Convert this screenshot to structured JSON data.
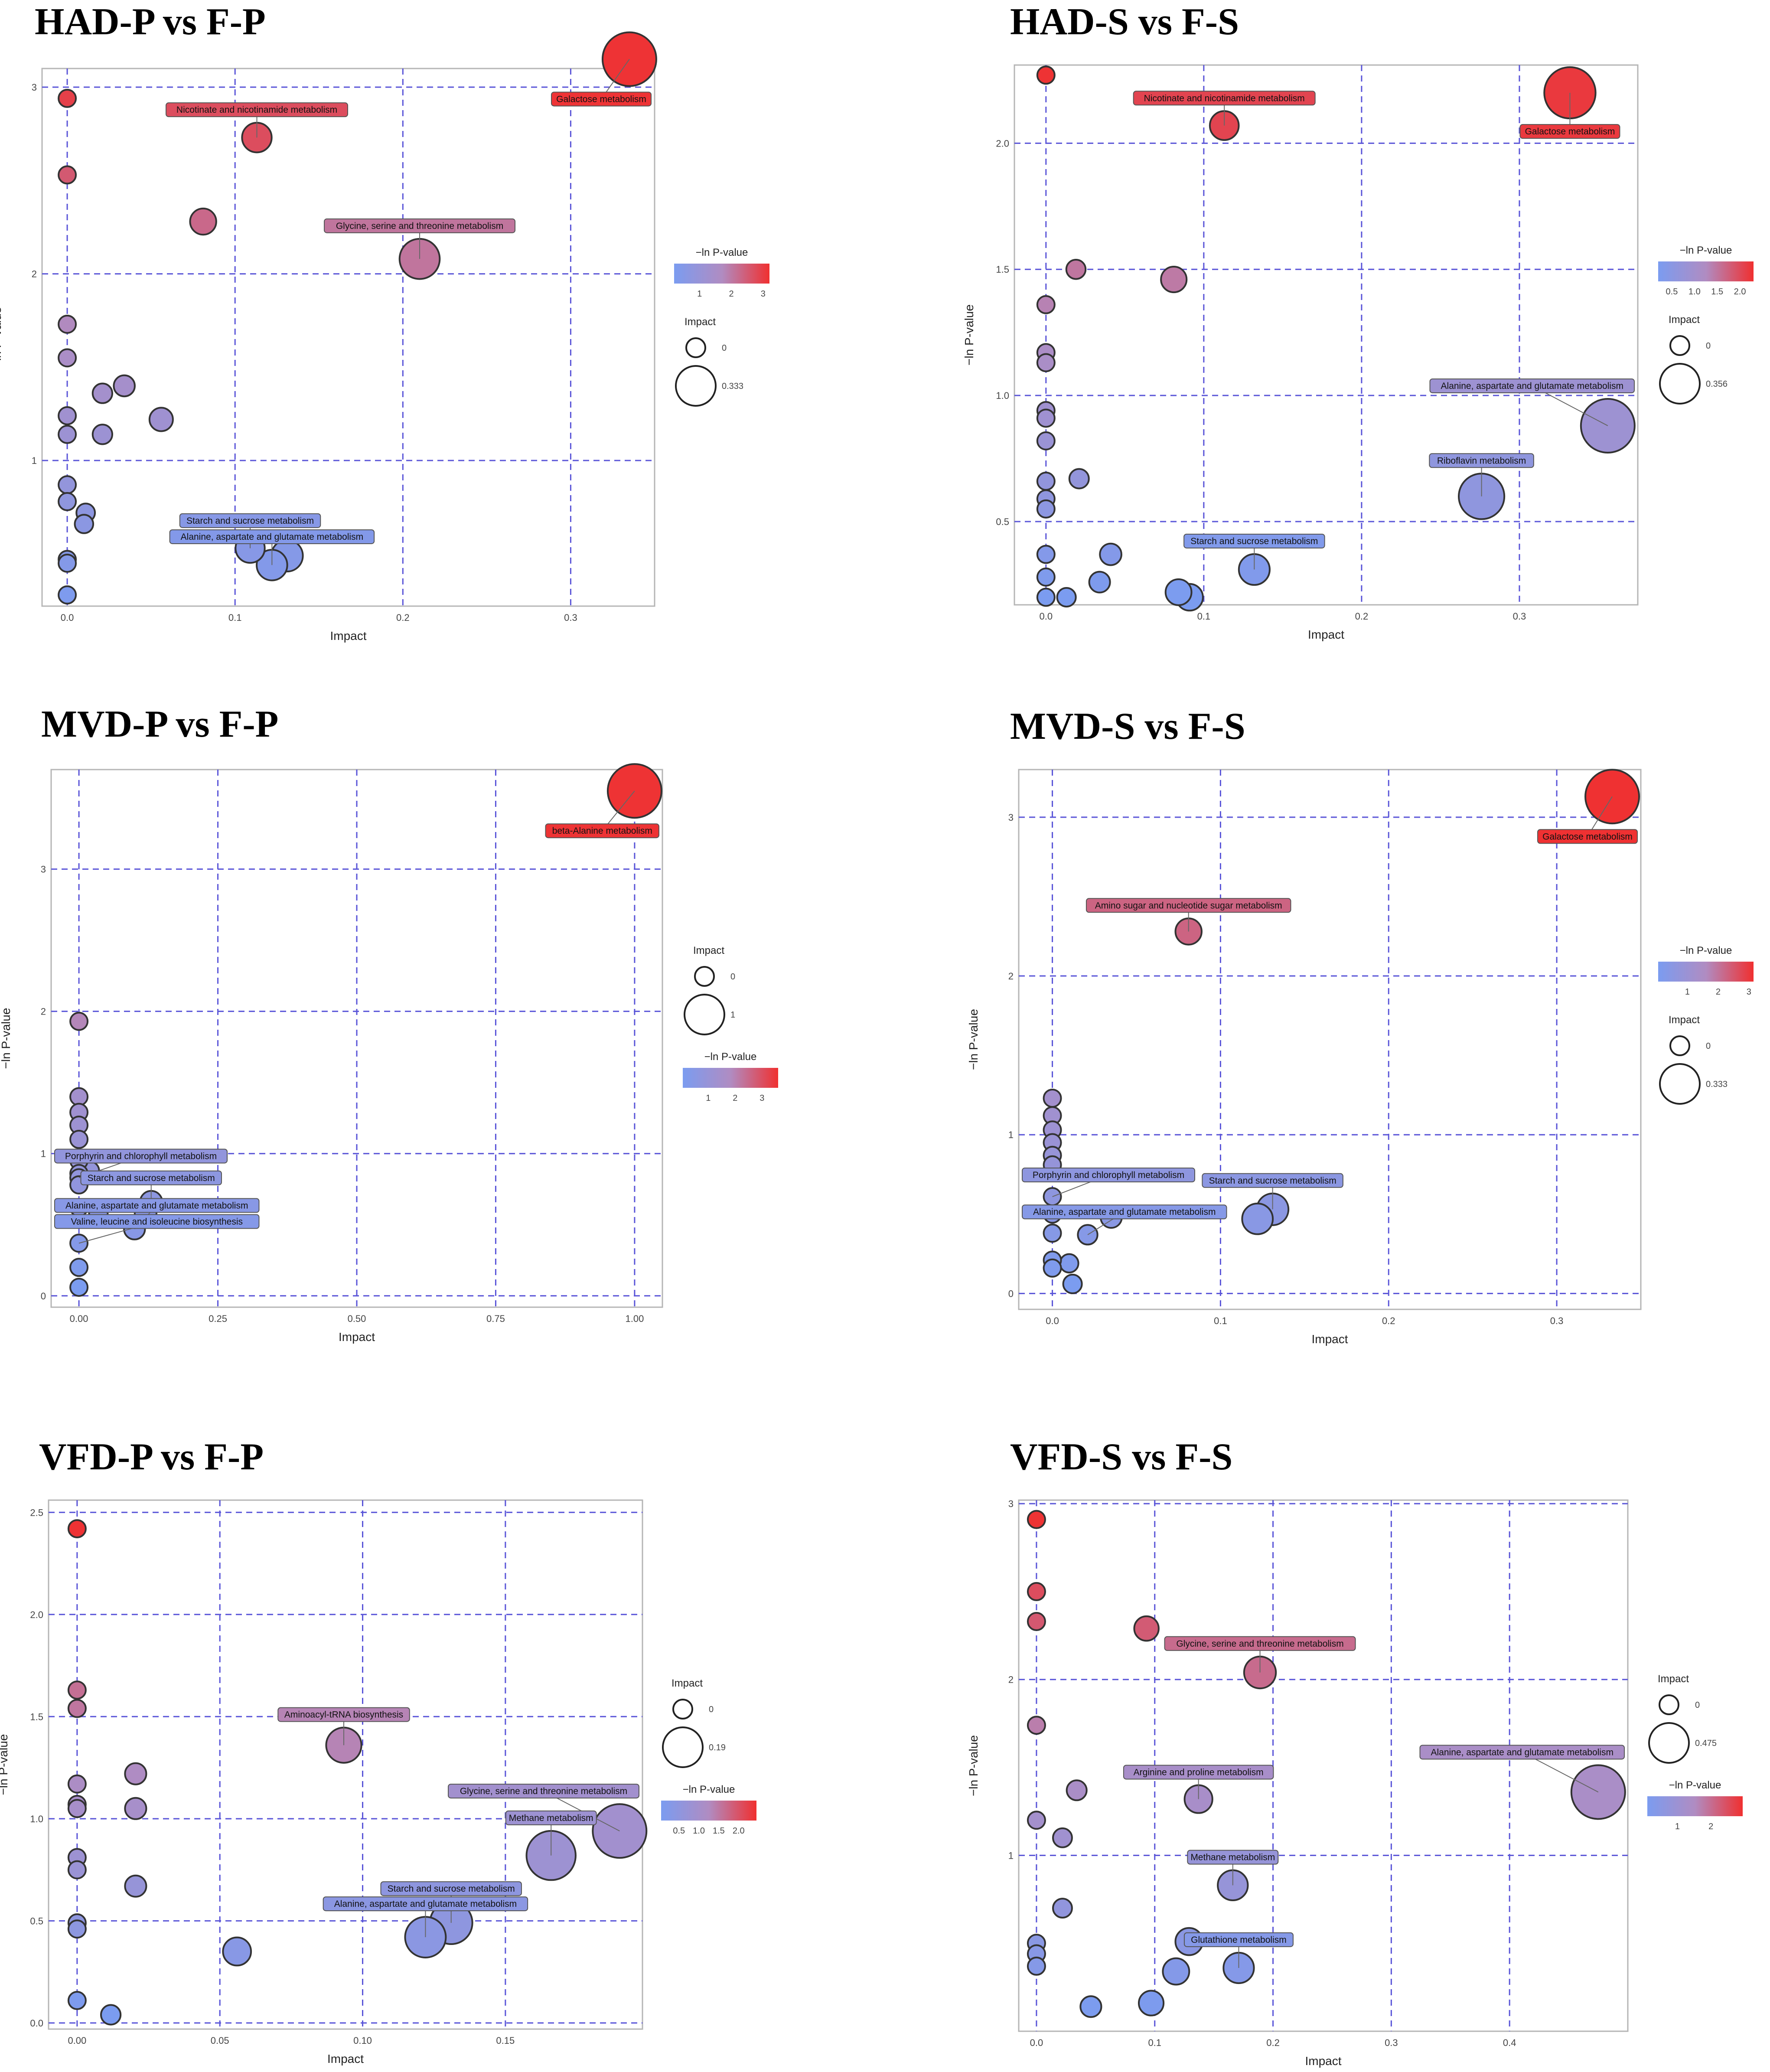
{
  "colors": {
    "low": "#7b9cf0",
    "mid": "#b08cc2",
    "high": "#f03030",
    "grid": "#5a55d8",
    "frame": "#b5b5b5",
    "outline": "#333333"
  },
  "chart_data": [
    {
      "type": "scatter",
      "title": "HAD-P vs F-P",
      "xlabel": "Impact",
      "ylabel": "−ln P-value",
      "xlim": [
        -0.015,
        0.35
      ],
      "ylim": [
        0.22,
        3.1
      ],
      "xticks": [
        0.0,
        0.1,
        0.2,
        0.3
      ],
      "yticks": [
        1,
        2,
        3
      ],
      "xticklabels": [
        "0.0",
        "0.1",
        "0.2",
        "0.3"
      ],
      "yticklabels": [
        "1",
        "2",
        "3"
      ],
      "grid": true,
      "size_legend": {
        "title": "Impact",
        "labels": [
          "0",
          "0.333"
        ]
      },
      "color_legend": {
        "title": "−ln P-value",
        "labels": [
          "1",
          "2",
          "3"
        ],
        "range": [
          0.2,
          3.2
        ]
      },
      "points": [
        {
          "x": 0.335,
          "y": 3.15,
          "label": "Galactose metabolism"
        },
        {
          "x": 0.113,
          "y": 2.73,
          "label": "Nicotinate and nicotinamide metabolism"
        },
        {
          "x": 0.0,
          "y": 2.94
        },
        {
          "x": 0.0,
          "y": 2.53
        },
        {
          "x": 0.081,
          "y": 2.28
        },
        {
          "x": 0.21,
          "y": 2.08,
          "label": "Glycine, serine and threonine metabolism"
        },
        {
          "x": 0.0,
          "y": 1.73
        },
        {
          "x": 0.0,
          "y": 1.55
        },
        {
          "x": 0.034,
          "y": 1.4
        },
        {
          "x": 0.021,
          "y": 1.36
        },
        {
          "x": 0.0,
          "y": 1.24
        },
        {
          "x": 0.056,
          "y": 1.22
        },
        {
          "x": 0.0,
          "y": 1.14
        },
        {
          "x": 0.021,
          "y": 1.14
        },
        {
          "x": 0.0,
          "y": 0.87
        },
        {
          "x": 0.0,
          "y": 0.78
        },
        {
          "x": 0.011,
          "y": 0.72
        },
        {
          "x": 0.01,
          "y": 0.66
        },
        {
          "x": 0.109,
          "y": 0.53,
          "label": "Starch and sucrose metabolism"
        },
        {
          "x": 0.131,
          "y": 0.49
        },
        {
          "x": 0.0,
          "y": 0.47
        },
        {
          "x": 0.0,
          "y": 0.45
        },
        {
          "x": 0.122,
          "y": 0.44,
          "label": "Alanine, aspartate and glutamate metabolism"
        },
        {
          "x": 0.0,
          "y": 0.28
        }
      ]
    },
    {
      "type": "scatter",
      "title": "HAD-S vs F-S",
      "xlabel": "Impact",
      "ylabel": "−ln P-value",
      "xlim": [
        -0.02,
        0.375
      ],
      "ylim": [
        0.17,
        2.31
      ],
      "xticks": [
        0.0,
        0.1,
        0.2,
        0.3
      ],
      "yticks": [
        0.5,
        1.0,
        1.5,
        2.0
      ],
      "xticklabels": [
        "0.0",
        "0.1",
        "0.2",
        "0.3"
      ],
      "yticklabels": [
        "0.5",
        "1.0",
        "1.5",
        "2.0"
      ],
      "grid": true,
      "size_legend": {
        "title": "Impact",
        "labels": [
          "0",
          "0.356"
        ]
      },
      "color_legend": {
        "title": "−ln P-value",
        "labels": [
          "0.5",
          "1.0",
          "1.5",
          "2.0"
        ],
        "range": [
          0.2,
          2.3
        ]
      },
      "points": [
        {
          "x": 0.0,
          "y": 2.27
        },
        {
          "x": 0.332,
          "y": 2.2,
          "label": "Galactose metabolism"
        },
        {
          "x": 0.113,
          "y": 2.07,
          "label": "Nicotinate and nicotinamide metabolism"
        },
        {
          "x": 0.019,
          "y": 1.5
        },
        {
          "x": 0.081,
          "y": 1.46
        },
        {
          "x": 0.0,
          "y": 1.36
        },
        {
          "x": 0.0,
          "y": 1.17
        },
        {
          "x": 0.0,
          "y": 1.13
        },
        {
          "x": 0.0,
          "y": 0.94
        },
        {
          "x": 0.0,
          "y": 0.91
        },
        {
          "x": 0.356,
          "y": 0.88,
          "label": "Alanine, aspartate and glutamate metabolism"
        },
        {
          "x": 0.0,
          "y": 0.82
        },
        {
          "x": 0.021,
          "y": 0.67
        },
        {
          "x": 0.0,
          "y": 0.66
        },
        {
          "x": 0.0,
          "y": 0.59
        },
        {
          "x": 0.276,
          "y": 0.6,
          "label": "Riboflavin metabolism"
        },
        {
          "x": 0.0,
          "y": 0.55
        },
        {
          "x": 0.0,
          "y": 0.37
        },
        {
          "x": 0.041,
          "y": 0.37
        },
        {
          "x": 0.132,
          "y": 0.31,
          "label": "Starch and sucrose metabolism"
        },
        {
          "x": 0.0,
          "y": 0.28
        },
        {
          "x": 0.034,
          "y": 0.26
        },
        {
          "x": 0.084,
          "y": 0.22
        },
        {
          "x": 0.0,
          "y": 0.2
        },
        {
          "x": 0.013,
          "y": 0.2
        },
        {
          "x": 0.091,
          "y": 0.2
        }
      ]
    },
    {
      "type": "scatter",
      "title": "MVD-P vs F-P",
      "xlabel": "Impact",
      "ylabel": "−ln P-value",
      "xlim": [
        -0.05,
        1.05
      ],
      "ylim": [
        -0.08,
        3.7
      ],
      "xticks": [
        0.0,
        0.25,
        0.5,
        0.75,
        1.0
      ],
      "yticks": [
        0,
        1,
        2,
        3
      ],
      "xticklabels": [
        "0.00",
        "0.25",
        "0.50",
        "0.75",
        "1.00"
      ],
      "yticklabels": [
        "0",
        "1",
        "2",
        "3"
      ],
      "grid": true,
      "size_legend": {
        "title": "Impact",
        "labels": [
          "0",
          "1"
        ]
      },
      "color_legend": {
        "title": "−ln P-value",
        "labels": [
          "1",
          "2",
          "3"
        ],
        "range": [
          0.05,
          3.6
        ]
      },
      "points": [
        {
          "x": 1.0,
          "y": 3.55,
          "label": "beta-Alanine metabolism"
        },
        {
          "x": 0.0,
          "y": 1.93
        },
        {
          "x": 0.0,
          "y": 1.4
        },
        {
          "x": 0.0,
          "y": 1.29
        },
        {
          "x": 0.0,
          "y": 1.2
        },
        {
          "x": 0.0,
          "y": 1.1
        },
        {
          "x": 0.0,
          "y": 0.95
        },
        {
          "x": 0.02,
          "y": 0.88
        },
        {
          "x": 0.0,
          "y": 0.86
        },
        {
          "x": 0.0,
          "y": 0.83,
          "label": "Porphyrin and chlorophyll metabolism"
        },
        {
          "x": 0.0,
          "y": 0.78
        },
        {
          "x": 0.13,
          "y": 0.66,
          "label": "Starch and sucrose metabolism"
        },
        {
          "x": 0.0,
          "y": 0.62
        },
        {
          "x": 0.12,
          "y": 0.58
        },
        {
          "x": 0.035,
          "y": 0.58
        },
        {
          "x": 0.1,
          "y": 0.47,
          "label": "Alanine, aspartate and glutamate metabolism"
        },
        {
          "x": 0.0,
          "y": 0.37,
          "label": "Valine, leucine and isoleucine biosynthesis"
        },
        {
          "x": 0.0,
          "y": 0.2
        },
        {
          "x": 0.0,
          "y": 0.06
        }
      ]
    },
    {
      "type": "scatter",
      "title": "MVD-S vs F-S",
      "xlabel": "Impact",
      "ylabel": "−ln P-value",
      "xlim": [
        -0.02,
        0.35
      ],
      "ylim": [
        -0.1,
        3.3
      ],
      "xticks": [
        0.0,
        0.1,
        0.2,
        0.3
      ],
      "yticks": [
        0,
        1,
        2,
        3
      ],
      "xticklabels": [
        "0.0",
        "0.1",
        "0.2",
        "0.3"
      ],
      "yticklabels": [
        "0",
        "1",
        "2",
        "3"
      ],
      "grid": true,
      "size_legend": {
        "title": "Impact",
        "labels": [
          "0",
          "0.333"
        ]
      },
      "color_legend": {
        "title": "−ln P-value",
        "labels": [
          "1",
          "2",
          "3"
        ],
        "range": [
          0.05,
          3.15
        ]
      },
      "points": [
        {
          "x": 0.333,
          "y": 3.13,
          "label": "Galactose metabolism"
        },
        {
          "x": 0.081,
          "y": 2.28,
          "label": "Amino sugar and nucleotide sugar metabolism"
        },
        {
          "x": 0.0,
          "y": 1.23
        },
        {
          "x": 0.0,
          "y": 1.12
        },
        {
          "x": 0.0,
          "y": 1.03
        },
        {
          "x": 0.0,
          "y": 0.95
        },
        {
          "x": 0.0,
          "y": 0.87
        },
        {
          "x": 0.0,
          "y": 0.81
        },
        {
          "x": 0.0,
          "y": 0.61,
          "label": "Porphyrin and chlorophyll metabolism"
        },
        {
          "x": 0.131,
          "y": 0.53,
          "label": "Starch and sucrose metabolism"
        },
        {
          "x": 0.0,
          "y": 0.5
        },
        {
          "x": 0.035,
          "y": 0.48
        },
        {
          "x": 0.122,
          "y": 0.47
        },
        {
          "x": 0.021,
          "y": 0.37,
          "label": "Alanine, aspartate and glutamate metabolism"
        },
        {
          "x": 0.0,
          "y": 0.38
        },
        {
          "x": 0.0,
          "y": 0.21
        },
        {
          "x": 0.01,
          "y": 0.19
        },
        {
          "x": 0.0,
          "y": 0.16
        },
        {
          "x": 0.012,
          "y": 0.06
        }
      ]
    },
    {
      "type": "scatter",
      "title": "VFD-P vs F-P",
      "xlabel": "Impact",
      "ylabel": "−ln P-value",
      "xlim": [
        -0.01,
        0.198
      ],
      "ylim": [
        -0.03,
        2.56
      ],
      "xticks": [
        0.0,
        0.05,
        0.1,
        0.15
      ],
      "yticks": [
        0.0,
        0.5,
        1.0,
        1.5,
        2.0,
        2.5
      ],
      "xticklabels": [
        "0.00",
        "0.05",
        "0.10",
        "0.15"
      ],
      "yticklabels": [
        "0.0",
        "0.5",
        "1.0",
        "1.5",
        "2.0",
        "2.5"
      ],
      "grid": true,
      "size_legend": {
        "title": "Impact",
        "labels": [
          "0",
          "0.19"
        ]
      },
      "color_legend": {
        "title": "−ln P-value",
        "labels": [
          "0.5",
          "1.0",
          "1.5",
          "2.0"
        ],
        "range": [
          0.05,
          2.45
        ]
      },
      "points": [
        {
          "x": 0.0,
          "y": 2.42
        },
        {
          "x": 0.0,
          "y": 1.63
        },
        {
          "x": 0.0,
          "y": 1.54
        },
        {
          "x": 0.0934,
          "y": 1.36,
          "label": "Aminoacyl-tRNA biosynthesis"
        },
        {
          "x": 0.0205,
          "y": 1.22
        },
        {
          "x": 0.0,
          "y": 1.17
        },
        {
          "x": 0.0,
          "y": 1.07
        },
        {
          "x": 0.0,
          "y": 1.05
        },
        {
          "x": 0.0205,
          "y": 1.05
        },
        {
          "x": 0.19,
          "y": 0.94,
          "label": "Glycine, serine and threonine metabolism"
        },
        {
          "x": 0.166,
          "y": 0.82,
          "label": "Methane metabolism"
        },
        {
          "x": 0.0,
          "y": 0.81
        },
        {
          "x": 0.0,
          "y": 0.75
        },
        {
          "x": 0.0205,
          "y": 0.67
        },
        {
          "x": 0.131,
          "y": 0.49,
          "label": "Starch and sucrose metabolism"
        },
        {
          "x": 0.0,
          "y": 0.49
        },
        {
          "x": 0.0,
          "y": 0.46
        },
        {
          "x": 0.122,
          "y": 0.42,
          "label": "Alanine, aspartate and glutamate metabolism"
        },
        {
          "x": 0.056,
          "y": 0.35
        },
        {
          "x": 0.0,
          "y": 0.11
        },
        {
          "x": 0.0118,
          "y": 0.04
        }
      ]
    },
    {
      "type": "scatter",
      "title": "VFD-S vs F-S",
      "xlabel": "Impact",
      "ylabel": "−ln P-value",
      "xlim": [
        -0.015,
        0.5
      ],
      "ylim": [
        0.0,
        3.02
      ],
      "xticks": [
        0.0,
        0.1,
        0.2,
        0.3,
        0.4
      ],
      "yticks": [
        1,
        2,
        3
      ],
      "xticklabels": [
        "0.0",
        "0.1",
        "0.2",
        "0.3",
        "0.4"
      ],
      "yticklabels": [
        "1",
        "2",
        "3"
      ],
      "grid": true,
      "size_legend": {
        "title": "Impact",
        "labels": [
          "0",
          "0.475"
        ]
      },
      "color_legend": {
        "title": "−ln P-value",
        "labels": [
          "1",
          "2"
        ],
        "range": [
          0.1,
          2.95
        ]
      },
      "points": [
        {
          "x": 0.0,
          "y": 2.91
        },
        {
          "x": 0.0,
          "y": 2.5
        },
        {
          "x": 0.0,
          "y": 2.33
        },
        {
          "x": 0.093,
          "y": 2.29
        },
        {
          "x": 0.189,
          "y": 2.04,
          "label": "Glycine, serine and threonine metabolism"
        },
        {
          "x": 0.0,
          "y": 1.74
        },
        {
          "x": 0.475,
          "y": 1.36,
          "label": "Alanine, aspartate and glutamate metabolism"
        },
        {
          "x": 0.034,
          "y": 1.37
        },
        {
          "x": 0.137,
          "y": 1.32,
          "label": "Arginine and proline metabolism"
        },
        {
          "x": 0.0,
          "y": 1.2
        },
        {
          "x": 0.022,
          "y": 1.1
        },
        {
          "x": 0.166,
          "y": 0.83,
          "label": "Methane metabolism"
        },
        {
          "x": 0.022,
          "y": 0.7
        },
        {
          "x": 0.129,
          "y": 0.51
        },
        {
          "x": 0.0,
          "y": 0.5
        },
        {
          "x": 0.0,
          "y": 0.44
        },
        {
          "x": 0.0,
          "y": 0.37
        },
        {
          "x": 0.171,
          "y": 0.36,
          "label": "Glutathione metabolism"
        },
        {
          "x": 0.118,
          "y": 0.34
        },
        {
          "x": 0.097,
          "y": 0.16
        },
        {
          "x": 0.046,
          "y": 0.14
        }
      ]
    }
  ]
}
